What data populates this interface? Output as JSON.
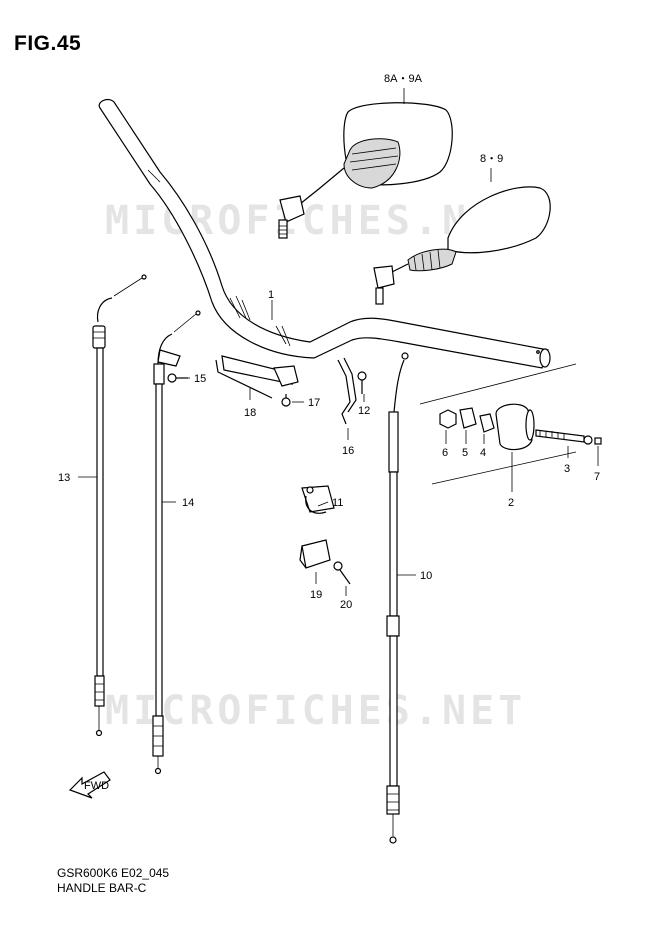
{
  "figure": {
    "title": "FIG.45"
  },
  "caption": {
    "model_code": "GSR600K6 E02_045",
    "name": "HANDLE BAR-C"
  },
  "watermark": {
    "text": "MICROFICHES.NET"
  },
  "fwd_label": "FWD",
  "callouts": [
    {
      "id": "1",
      "label": "1"
    },
    {
      "id": "2",
      "label": "2"
    },
    {
      "id": "3",
      "label": "3"
    },
    {
      "id": "4",
      "label": "4"
    },
    {
      "id": "5",
      "label": "5"
    },
    {
      "id": "6",
      "label": "6"
    },
    {
      "id": "7",
      "label": "7"
    },
    {
      "id": "8a9a",
      "label": "8A・9A"
    },
    {
      "id": "89",
      "label": "8・9"
    },
    {
      "id": "10",
      "label": "10"
    },
    {
      "id": "11",
      "label": "11"
    },
    {
      "id": "12",
      "label": "12"
    },
    {
      "id": "13",
      "label": "13"
    },
    {
      "id": "14",
      "label": "14"
    },
    {
      "id": "15",
      "label": "15"
    },
    {
      "id": "16",
      "label": "16"
    },
    {
      "id": "17",
      "label": "17"
    },
    {
      "id": "18",
      "label": "18"
    },
    {
      "id": "19",
      "label": "19"
    },
    {
      "id": "20",
      "label": "20"
    }
  ]
}
